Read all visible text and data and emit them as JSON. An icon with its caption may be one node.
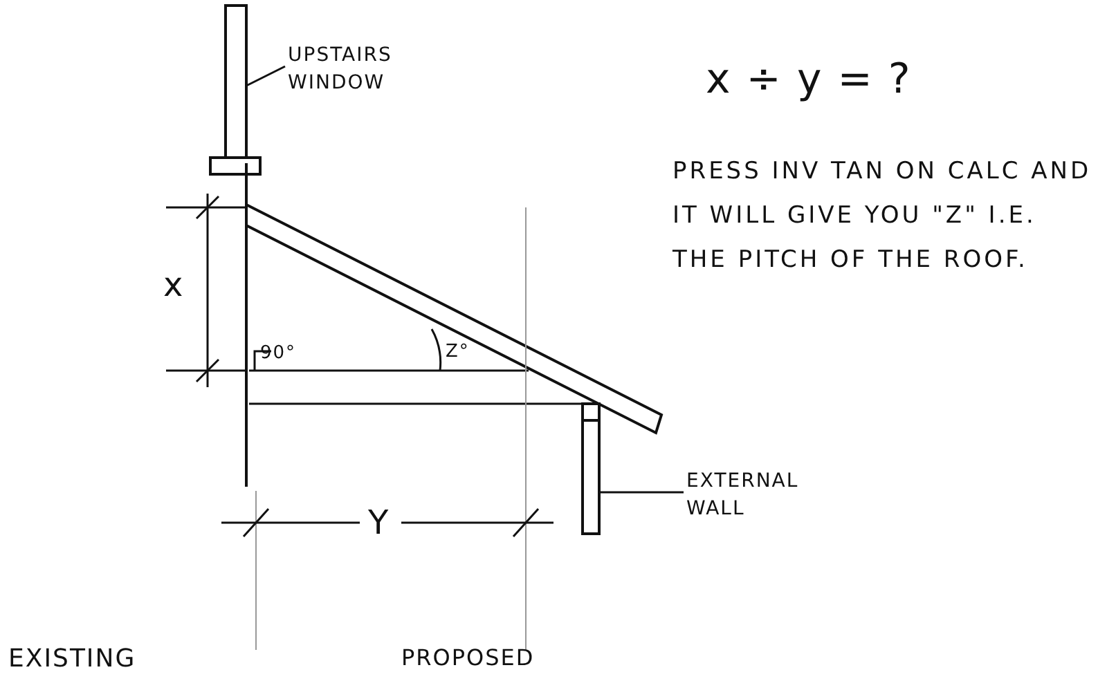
{
  "diagram": {
    "nodes": [
      {
        "text": [
          "UPSTAIRS WINDOW"
        ]
      },
      {
        "text": [],
        "shape": "box"
      },
      {
        "text": [
          "EXTERNAL WALL"
        ]
      },
      {
        "text": [],
        "shape": "box"
      }
    ],
    "edges": [
      {
        "from": 0,
        "to": 1,
        "arrow": "none"
      },
      {
        "from": 2,
        "to": 3,
        "arrow": "none"
      }
    ],
    "labels": [
      "x ÷ y = ?",
      "PRESS INV TAN ON CALC AND IT WILL GIVE YOU \"Z\" I.E. THE PITCH OF THE ROOF.",
      "x",
      "90°",
      "Z°",
      "Y",
      "EXISTING",
      "PROPOSED"
    ]
  }
}
